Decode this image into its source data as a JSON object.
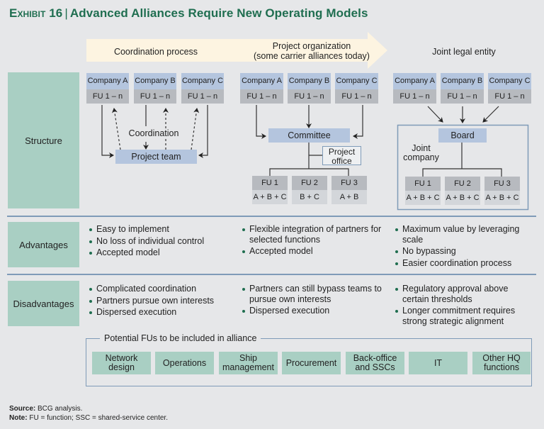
{
  "title": {
    "exhibit": "Exhibit 16",
    "text": "Advanced Alliances Require New Operating Models"
  },
  "colors": {
    "accent_green": "#1f6e50",
    "label_teal": "#a9cfc3",
    "company_blue": "#b4c5de",
    "fu_gray": "#b7babf",
    "banner_cream": "#fdf4e1",
    "separator_blue": "#7f9bb8"
  },
  "banner": {
    "models": [
      {
        "label": "Coordination process"
      },
      {
        "label_line1": "Project organization",
        "label_line2": "(some carrier alliances today)"
      },
      {
        "label": "Joint legal entity"
      }
    ]
  },
  "rows": {
    "structure": "Structure",
    "advantages": "Advantages",
    "disadvantages": "Disadvantages"
  },
  "structure": {
    "companies": [
      "Company A",
      "Company B",
      "Company C"
    ],
    "fu_range": "FU 1 – n",
    "coordination": {
      "connector_label": "Coordination",
      "hub": "Project team"
    },
    "project_org": {
      "hub": "Committee",
      "office_line1": "Project",
      "office_line2": "office",
      "units": [
        {
          "name": "FU 1",
          "members": "A + B + C"
        },
        {
          "name": "FU 2",
          "members": "B + C"
        },
        {
          "name": "FU 3",
          "members": "A + B"
        }
      ]
    },
    "joint_entity": {
      "hub": "Board",
      "container_line1": "Joint",
      "container_line2": "company",
      "units": [
        {
          "name": "FU 1",
          "members": "A + B + C"
        },
        {
          "name": "FU 2",
          "members": "A + B + C"
        },
        {
          "name": "FU 3",
          "members": "A + B + C"
        }
      ]
    }
  },
  "advantages": [
    [
      "Easy to implement",
      "No loss of individual control",
      "Accepted model"
    ],
    [
      "Flexible integration of partners for selected functions",
      "Accepted model"
    ],
    [
      "Maximum value by leveraging scale",
      "No bypassing",
      "Easier coordination process"
    ]
  ],
  "disadvantages": [
    [
      "Complicated coordination",
      "Partners pursue own interests",
      "Dispersed execution"
    ],
    [
      "Partners can still bypass teams to pursue own interests",
      "Dispersed execution"
    ],
    [
      "Regulatory approval above certain thresholds",
      "Longer commitment requires strong strategic alignment"
    ]
  ],
  "potential_fus": {
    "heading": "Potential FUs to be included in alliance",
    "items": [
      {
        "l1": "Network",
        "l2": "design"
      },
      {
        "l1": "Operations",
        "l2": ""
      },
      {
        "l1": "Ship",
        "l2": "management"
      },
      {
        "l1": "Procurement",
        "l2": ""
      },
      {
        "l1": "Back-office",
        "l2": "and SSCs"
      },
      {
        "l1": "IT",
        "l2": ""
      },
      {
        "l1": "Other HQ",
        "l2": "functions"
      }
    ]
  },
  "footer": {
    "source_label": "Source:",
    "source_text": " BCG analysis.",
    "note_label": "Note:",
    "note_text": " FU = function; SSC = shared-service center."
  }
}
